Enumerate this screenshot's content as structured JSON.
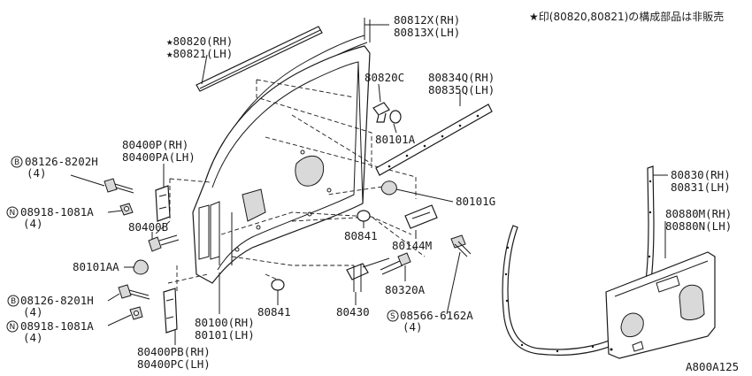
{
  "note": "★印(80820,80821)の構成部品は非販売",
  "figure_code": "A800A125",
  "labels": {
    "p80812x": "80812X(RH)",
    "p80813x": "80813X(LH)",
    "p80820": "★80820(RH)",
    "p80821": "★80821(LH)",
    "p80820c": "80820C",
    "p80101a": "80101A",
    "p80834q": "80834Q(RH)",
    "p80835q": "80835Q(LH)",
    "p80400p": "80400P(RH)",
    "p80400pa": "80400PA(LH)",
    "b08126_8202h": "08126-8202H",
    "qty4_a": "(4)",
    "n08918_a": "08918-1081A",
    "qty4_b": "(4)",
    "p80400b": "80400B",
    "p80101g": "80101G",
    "p80830": "80830(RH)",
    "p80831": "80831(LH)",
    "p80880m": "80880M(RH)",
    "p80880n": "80880N(LH)",
    "p80841_a": "80841",
    "p80144m": "80144M",
    "p80101aa": "80101AA",
    "b08126_8201h": "08126-8201H",
    "qty4_c": "(4)",
    "n08918_b": "08918-1081A",
    "qty4_d": "(4)",
    "p80100": "80100(RH)",
    "p80101": "80101(LH)",
    "p80841_b": "80841",
    "p80430": "80430",
    "p80320a": "80320A",
    "s08566": "08566-6162A",
    "qty4_e": "(4)",
    "p80400pb": "80400PB(RH)",
    "p80400pc": "80400PC(LH)"
  },
  "symbols": {
    "bolt_b1": "B",
    "nut_n1": "N",
    "bolt_b2": "B",
    "nut_n2": "N",
    "screw_s": "S"
  }
}
